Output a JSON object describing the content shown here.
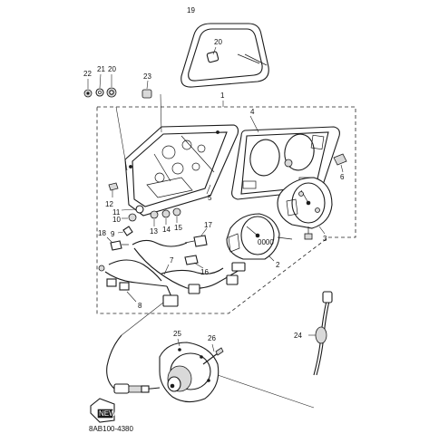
{
  "diagram": {
    "code": "8AB100-4380",
    "badge": "NEW",
    "callouts": [
      "1",
      "2",
      "3",
      "4",
      "5",
      "6",
      "7",
      "8",
      "9",
      "10",
      "11",
      "12",
      "13",
      "14",
      "15",
      "16",
      "17",
      "18",
      "19",
      "20",
      "21",
      "22",
      "23",
      "24",
      "25",
      "26"
    ]
  }
}
